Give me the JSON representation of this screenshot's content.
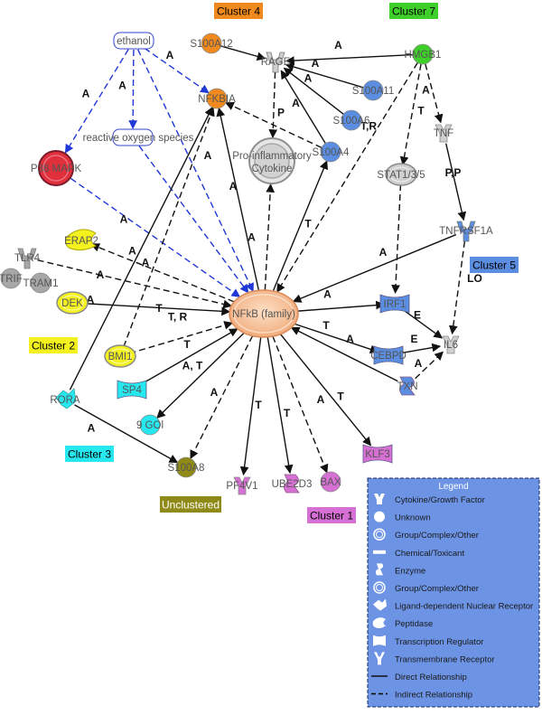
{
  "clusters": [
    {
      "id": "c4",
      "label": "Cluster 4",
      "color": "#f08a1e",
      "text_color": "#000000"
    },
    {
      "id": "c7",
      "label": "Cluster 7",
      "color": "#3fcf2a",
      "text_color": "#000000"
    },
    {
      "id": "c2",
      "label": "Cluster 2",
      "color": "#f3f21f",
      "text_color": "#000000"
    },
    {
      "id": "c3",
      "label": "Cluster 3",
      "color": "#27e8ee",
      "text_color": "#000000"
    },
    {
      "id": "c5",
      "label": "Cluster 5",
      "color": "#5b8de0",
      "text_color": "#000000"
    },
    {
      "id": "c1",
      "label": "Cluster 1",
      "color": "#d770d4",
      "text_color": "#000000"
    },
    {
      "id": "cu",
      "label": "Unclustered",
      "color": "#8f8a18",
      "text_color": "#ffffff"
    }
  ],
  "nodes": [
    {
      "id": "ethanol",
      "label": "ethanol",
      "shape": "chemical",
      "color": "#ffffff"
    },
    {
      "id": "ros",
      "label": "reactive oxygen species",
      "shape": "chemical",
      "color": "#ffffff"
    },
    {
      "id": "p38",
      "label": "P38 MAPK",
      "shape": "group",
      "color": "#e0303c"
    },
    {
      "id": "s100a12",
      "label": "S100A12",
      "shape": "circle",
      "color": "#f08a1e"
    },
    {
      "id": "rage",
      "label": "RAGE",
      "shape": "transmembrane",
      "color": "#cfcfcf"
    },
    {
      "id": "hmgb1",
      "label": "HMGB1",
      "shape": "circle",
      "color": "#3fcf2a"
    },
    {
      "id": "s100a11",
      "label": "S100A11",
      "shape": "circle",
      "color": "#5b8de0"
    },
    {
      "id": "s100a6",
      "label": "S100A6",
      "shape": "circle",
      "color": "#5b8de0"
    },
    {
      "id": "s100a4",
      "label": "S100A4",
      "shape": "circle",
      "color": "#5b8de0"
    },
    {
      "id": "nfkbia",
      "label": "NFKBIA",
      "shape": "circle",
      "color": "#f08a1e"
    },
    {
      "id": "pic",
      "label": "Pro-inflammatory Cytokine",
      "shape": "group",
      "color": "#cfcfcf"
    },
    {
      "id": "tnf",
      "label": "TNF",
      "shape": "cytokine",
      "color": "#cfcfcf"
    },
    {
      "id": "stat",
      "label": "STAT1/3/5",
      "shape": "group",
      "color": "#cfcfcf"
    },
    {
      "id": "tnfrsf1a",
      "label": "TNFRSF1A",
      "shape": "transmembrane",
      "color": "#5b8de0"
    },
    {
      "id": "erap2",
      "label": "ERAP2",
      "shape": "peptidase",
      "color": "#f3f21f"
    },
    {
      "id": "tlr4",
      "label": "TLR4",
      "shape": "transmembrane",
      "color": "#a7a7a7"
    },
    {
      "id": "trif",
      "label": "TRIF",
      "shape": "circle",
      "color": "#a7a7a7"
    },
    {
      "id": "tram1",
      "label": "TRAM1",
      "shape": "circle",
      "color": "#a7a7a7"
    },
    {
      "id": "dek",
      "label": "DEK",
      "shape": "group",
      "color": "#f3f21f"
    },
    {
      "id": "nfkb",
      "label": "NFkB (family)",
      "shape": "group",
      "color": "#f6c59d"
    },
    {
      "id": "irf1",
      "label": "IRF1",
      "shape": "tr",
      "color": "#5b8de0"
    },
    {
      "id": "cebpd",
      "label": "CEBPD",
      "shape": "tr",
      "color": "#5b8de0"
    },
    {
      "id": "il6",
      "label": "IL6",
      "shape": "cytokine",
      "color": "#cfcfcf"
    },
    {
      "id": "bmi1",
      "label": "BMI1",
      "shape": "group",
      "color": "#f3f21f"
    },
    {
      "id": "sp4",
      "label": "SP4",
      "shape": "tr",
      "color": "#27e8ee"
    },
    {
      "id": "gol",
      "label": "9 GOl",
      "shape": "circle",
      "color": "#27e8ee"
    },
    {
      "id": "rora",
      "label": "RORA",
      "shape": "ligand",
      "color": "#27e8ee"
    },
    {
      "id": "s100a8",
      "label": "S100A8",
      "shape": "circle",
      "color": "#8f8a18"
    },
    {
      "id": "pf4v1",
      "label": "PF4V1",
      "shape": "cytokine",
      "color": "#d770d4"
    },
    {
      "id": "ube2d3",
      "label": "UBE2D3",
      "shape": "enzyme",
      "color": "#d770d4"
    },
    {
      "id": "bax",
      "label": "BAX",
      "shape": "circle",
      "color": "#d770d4"
    },
    {
      "id": "klf3",
      "label": "KLF3",
      "shape": "tr",
      "color": "#d770d4"
    },
    {
      "id": "txn",
      "label": "TXN",
      "shape": "enzyme",
      "color": "#5b8de0"
    }
  ],
  "edges": [
    {
      "from": "ethanol",
      "to": "p38",
      "style": "dashed-blue",
      "label": "A"
    },
    {
      "from": "ethanol",
      "to": "ros",
      "style": "dashed-blue",
      "label": "A"
    },
    {
      "from": "ethanol",
      "to": "nfkbia",
      "style": "dashed-blue",
      "label": "A"
    },
    {
      "from": "ethanol",
      "to": "nfkb",
      "style": "dashed-blue",
      "label": "A"
    },
    {
      "from": "ros",
      "to": "nfkb",
      "style": "dashed-blue",
      "label": ""
    },
    {
      "from": "p38",
      "to": "nfkb",
      "style": "dashed-blue",
      "label": "A"
    },
    {
      "from": "s100a12",
      "to": "rage",
      "style": "solid",
      "label": ""
    },
    {
      "from": "hmgb1",
      "to": "rage",
      "style": "solid",
      "label": "A"
    },
    {
      "from": "s100a11",
      "to": "rage",
      "style": "solid",
      "label": "A"
    },
    {
      "from": "s100a6",
      "to": "rage",
      "style": "solid",
      "label": "A"
    },
    {
      "from": "s100a4",
      "to": "rage",
      "style": "solid",
      "label": "A"
    },
    {
      "from": "rage",
      "to": "pic",
      "style": "dashed",
      "label": ""
    },
    {
      "from": "s100a4",
      "to": "nfkbia",
      "style": "dashed",
      "label": "P"
    },
    {
      "from": "hmgb1",
      "to": "tnf",
      "style": "dashed",
      "label": "A"
    },
    {
      "from": "hmgb1",
      "to": "stat",
      "style": "dashed",
      "label": "T"
    },
    {
      "from": "hmgb1",
      "to": "nfkb",
      "style": "dashed",
      "label": "T,R"
    },
    {
      "from": "tnf",
      "to": "tnfrsf1a",
      "style": "solid",
      "label": "P,P"
    },
    {
      "from": "stat",
      "to": "irf1",
      "style": "dashed",
      "label": ""
    },
    {
      "from": "tnfrsf1a",
      "to": "nfkb",
      "style": "solid",
      "label": "A"
    },
    {
      "from": "tnfrsf1a",
      "to": "il6",
      "style": "dashed",
      "label": "LO"
    },
    {
      "from": "nfkb",
      "to": "nfkbia",
      "style": "solid",
      "label": "A"
    },
    {
      "from": "nfkb",
      "to": "pic",
      "style": "dashed",
      "label": "A"
    },
    {
      "from": "nfkb",
      "to": "s100a4",
      "style": "solid",
      "label": "T"
    },
    {
      "from": "nfkb",
      "to": "erap2",
      "style": "dashed",
      "label": "A"
    },
    {
      "from": "tlr4",
      "to": "nfkb",
      "style": "dashed",
      "label": "A"
    },
    {
      "from": "dek",
      "to": "nfkb",
      "style": "solid",
      "label": "T"
    },
    {
      "from": "nfkb",
      "to": "irf1",
      "style": "solid",
      "label": "A"
    },
    {
      "from": "irf1",
      "to": "il6",
      "style": "solid",
      "label": "E"
    },
    {
      "from": "nfkb",
      "to": "cebpd",
      "style": "solid",
      "label": "T"
    },
    {
      "from": "cebpd",
      "to": "il6",
      "style": "solid",
      "label": "E"
    },
    {
      "from": "txn",
      "to": "nfkb",
      "style": "solid",
      "label": "A"
    },
    {
      "from": "txn",
      "to": "il6",
      "style": "dashed",
      "label": "A"
    },
    {
      "from": "bmi1",
      "to": "nfkb",
      "style": "dashed",
      "label": "T, R"
    },
    {
      "from": "sp4",
      "to": "nfkb",
      "style": "solid",
      "label": "T"
    },
    {
      "from": "nfkb",
      "to": "gol",
      "style": "solid",
      "label": "A, T"
    },
    {
      "from": "rora",
      "to": "nfkbia",
      "style": "solid",
      "label": "A"
    },
    {
      "from": "rora",
      "to": "s100a8",
      "style": "solid",
      "label": "A"
    },
    {
      "from": "nfkb",
      "to": "s100a8",
      "style": "dashed",
      "label": "A"
    },
    {
      "from": "nfkb",
      "to": "pf4v1",
      "style": "solid",
      "label": "T"
    },
    {
      "from": "nfkb",
      "to": "ube2d3",
      "style": "solid",
      "label": "T"
    },
    {
      "from": "nfkb",
      "to": "bax",
      "style": "dashed",
      "label": "A"
    },
    {
      "from": "nfkb",
      "to": "klf3",
      "style": "solid",
      "label": "T"
    },
    {
      "from": "bmi1",
      "to": "nfkbia",
      "style": "dashed",
      "label": "A"
    }
  ],
  "legend": {
    "title": "Legend",
    "background": "#6c93e4",
    "items": [
      {
        "icon": "cytokine-icon",
        "label": "Cytokine/Growth Factor"
      },
      {
        "icon": "unknown-icon",
        "label": "Unknown"
      },
      {
        "icon": "group-icon",
        "label": "Group/Complex/Other"
      },
      {
        "icon": "chemical-icon",
        "label": "Chemical/Toxicant"
      },
      {
        "icon": "enzyme-icon",
        "label": "Enzyme"
      },
      {
        "icon": "group-icon",
        "label": "Group/Complex/Other"
      },
      {
        "icon": "ligand-receptor-icon",
        "label": "Ligand-dependent Nuclear Receptor"
      },
      {
        "icon": "peptidase-icon",
        "label": "Peptidase"
      },
      {
        "icon": "transcription-regulator-icon",
        "label": "Transcription Regulator"
      },
      {
        "icon": "transmembrane-receptor-icon",
        "label": "Transmembrane Receptor"
      },
      {
        "icon": "direct-line-icon",
        "label": "Direct Relationship"
      },
      {
        "icon": "indirect-line-icon",
        "label": "Indirect Relationship"
      }
    ]
  }
}
